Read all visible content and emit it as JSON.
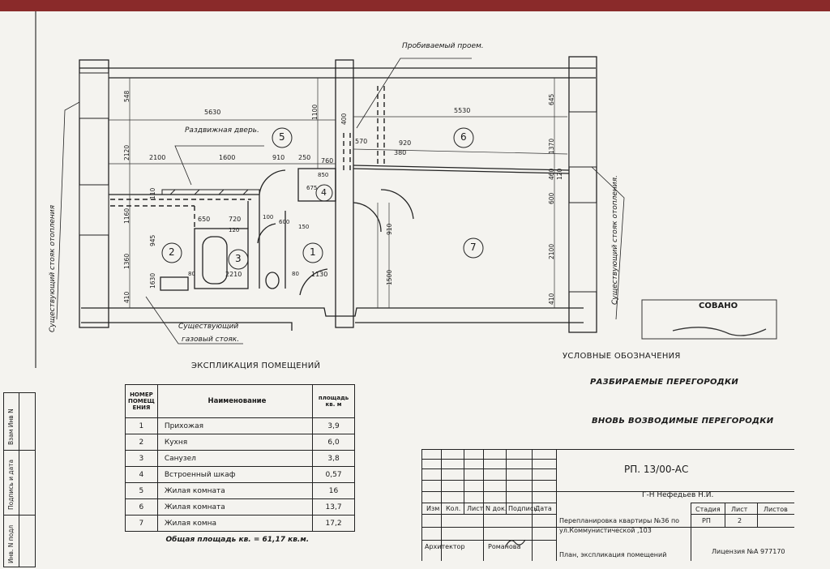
{
  "plan": {
    "label_probivaemy": "Пробиваемый проем.",
    "label_razdvizhnaya": "Раздвижная дверь.",
    "label_stoyak_left": "Существующий стояк отопления",
    "label_stoyak_right": "Существующий стояк отопления.",
    "label_gaz_1": "Существующий",
    "label_gaz_2": "газовый стояк.",
    "rooms": [
      "5",
      "6",
      "2",
      "3",
      "4",
      "1",
      "7"
    ],
    "dims": {
      "d5630": "5630",
      "d5530": "5530",
      "d2100": "2100",
      "d1600": "1600",
      "d910": "910",
      "d250": "250",
      "d760": "760",
      "d570": "570",
      "d920": "920",
      "d380": "380",
      "d850": "850",
      "d675": "675",
      "d650": "650",
      "d720": "720",
      "d120": "120",
      "d100": "100",
      "d600": "600",
      "d150": "150",
      "d2210": "2210",
      "d80a": "80",
      "d80b": "80",
      "d1130": "1130",
      "d1500": "1500",
      "d910b": "910",
      "v548": "548",
      "v2120": "2120",
      "v1160": "1160",
      "v1360": "1360",
      "v410": "410",
      "v945": "945",
      "v1630": "1630",
      "v110": "110",
      "v1100": "1100",
      "v400": "400",
      "v645": "645",
      "v1370": "1370",
      "v460": "460",
      "v120": "120",
      "v600": "600",
      "v2100": "2100",
      "v410b": "410"
    },
    "approval_stamp": "СОВАНО"
  },
  "explication": {
    "title": "ЭКСПЛИКАЦИЯ ПОМЕЩЕНИЙ",
    "col_num": "НОМЕР ПОМЕЩ ЕНИЯ",
    "col_name": "Наименование",
    "col_area": "площадь кв. м",
    "rows": [
      {
        "num": "1",
        "name": "Прихожая",
        "area": "3,9"
      },
      {
        "num": "2",
        "name": "Кухня",
        "area": "6,0"
      },
      {
        "num": "3",
        "name": "Санузел",
        "area": "3,8"
      },
      {
        "num": "4",
        "name": "Встроенный шкаф",
        "area": "0,57"
      },
      {
        "num": "5",
        "name": "Жилая комната",
        "area": "16"
      },
      {
        "num": "6",
        "name": "Жилая комната",
        "area": "13,7"
      },
      {
        "num": "7",
        "name": "Жилая комна",
        "area": "17,2"
      }
    ],
    "total": "Общая площадь кв. = 61,17 кв.м."
  },
  "legend": {
    "title": "УСЛОВНЫЕ ОБОЗНАЧЕНИЯ",
    "item1": "РАЗБИРАЕМЫЕ ПЕРЕГОРОДКИ",
    "item2": "ВНОВЬ ВОЗВОДИМЫЕ ПЕРЕГОРОДКИ"
  },
  "stamp": {
    "code": "РП. 13/00-АС",
    "owner": "Г-Н Нефедьев Н.И.",
    "cols": [
      "Изм",
      "Кол.",
      "Лист",
      "N док.",
      "Подпись",
      "Дата"
    ],
    "project_1": "Перепланировка квартиры №36 по",
    "project_2": "ул.Коммунистической ,103",
    "stadia_h": "Стадия",
    "list_h": "Лист",
    "listov_h": "Листов",
    "stadia_v": "РП",
    "list_v": "2",
    "architect_role": "Архитектор",
    "architect_name": "Романова",
    "sheet_title": "План, экспликация помещений",
    "license": "Лицензия №А 977170"
  },
  "side": {
    "t1": "Взам Инв N",
    "t2": "Подпись и дата",
    "t3": "Инв. N подл"
  }
}
